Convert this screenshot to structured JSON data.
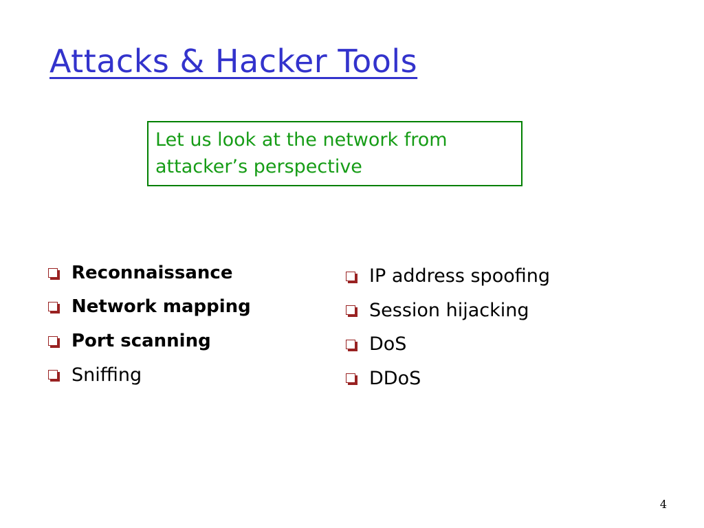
{
  "slide": {
    "title": "Attacks & Hacker Tools",
    "callout": {
      "line1": "Let us look at the network from",
      "line2": "attacker’s perspective"
    },
    "left_bullets": [
      {
        "text": "Reconnaissance",
        "bold": true
      },
      {
        "text": "Network mapping",
        "bold": true
      },
      {
        "text": "Port scanning",
        "bold": true
      },
      {
        "text": "Sniffing",
        "bold": false
      }
    ],
    "right_bullets": [
      {
        "text": "IP address spoofing"
      },
      {
        "text": "Session hijacking"
      },
      {
        "text": "DoS"
      },
      {
        "text": "DDoS"
      }
    ],
    "page_number": "4"
  },
  "colors": {
    "title": "#3333cc",
    "callout_text": "#169c16",
    "callout_border": "#008000",
    "bullet_marker": "#992222"
  },
  "icons": {
    "bullet": "square-outline-bullet-icon"
  }
}
